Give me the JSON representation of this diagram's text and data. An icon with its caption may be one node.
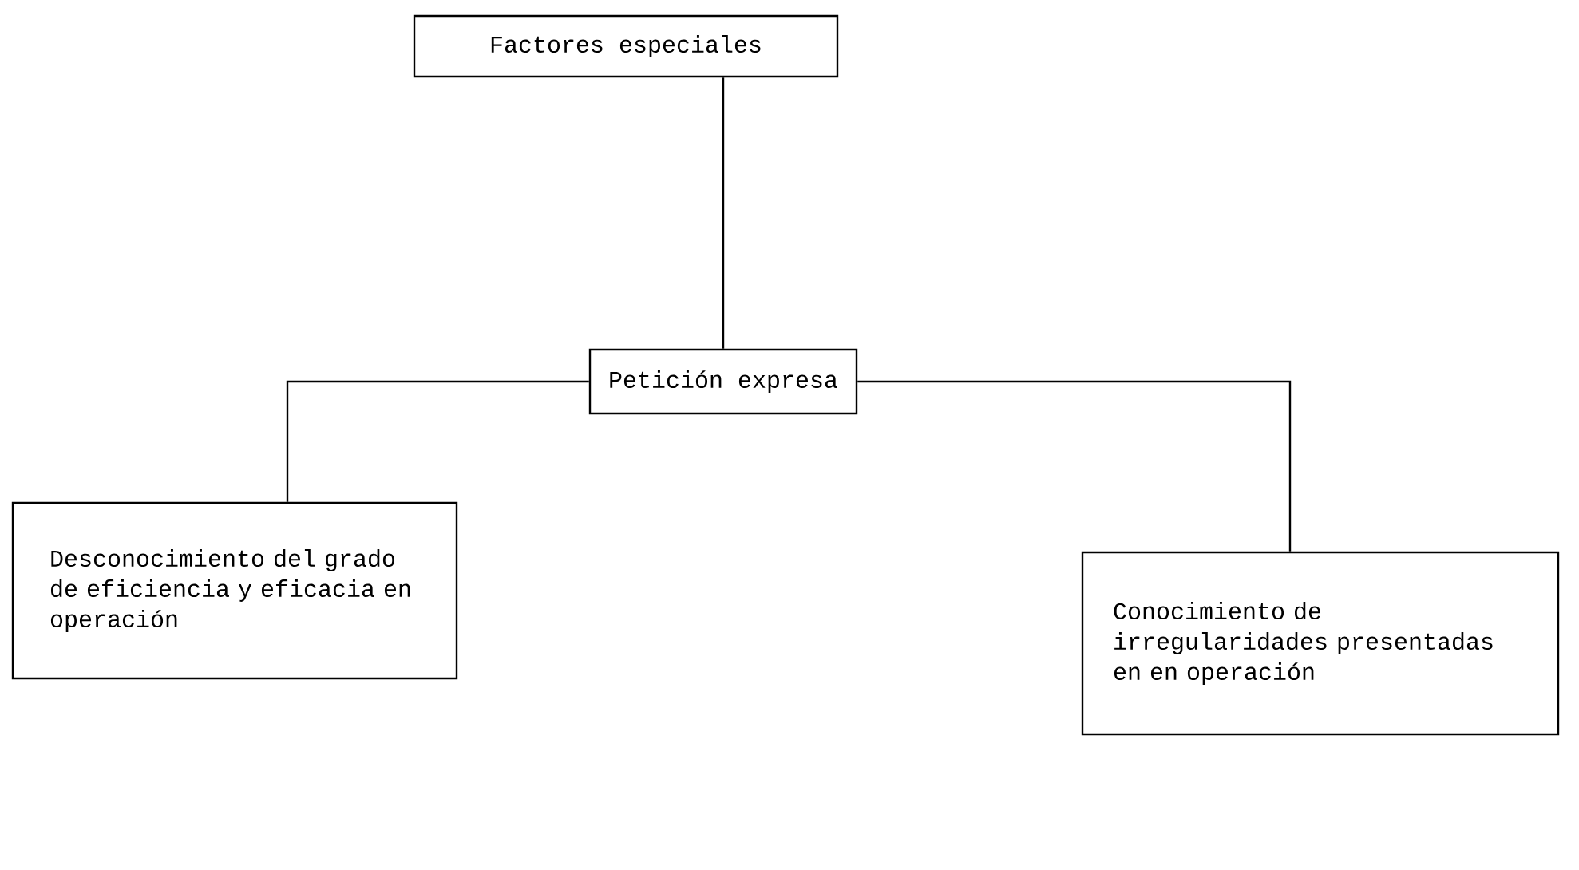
{
  "diagram": {
    "nodes": [
      {
        "text": [
          "Factores especiales"
        ]
      },
      {
        "text": [
          "Petición expresa"
        ]
      },
      {
        "text": [
          "Desconocimiento del grado de eficiencia y eficacia en operación"
        ]
      },
      {
        "text": [
          "Conocimiento de irregularidades presentadas en en operación"
        ]
      }
    ],
    "edges": [
      {
        "from": 0,
        "to": 1,
        "arrow": "none"
      },
      {
        "from": 1,
        "to": 2,
        "arrow": "none"
      },
      {
        "from": 1,
        "to": 3,
        "arrow": "none"
      }
    ]
  }
}
